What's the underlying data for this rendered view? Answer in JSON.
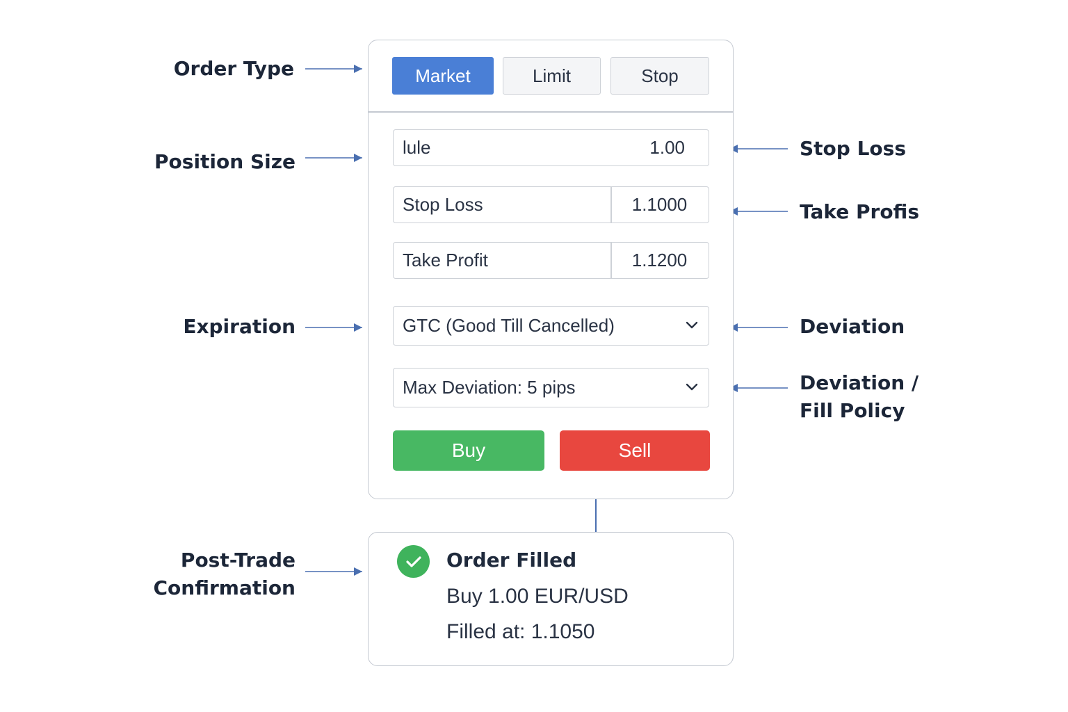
{
  "annotations": {
    "left": {
      "order_type": "Order Type",
      "position_size": "Position Size",
      "expiration": "Expiration",
      "post_trade_line1": "Post-Trade",
      "post_trade_line2": "Confirmation"
    },
    "right": {
      "stop_loss": "Stop Loss",
      "take_profit": "Take Profis",
      "deviation": "Deviation",
      "fill_policy_line1": "Deviation /",
      "fill_policy_line2": "Fill Policy"
    }
  },
  "order_types": {
    "market": "Market",
    "limit": "Limit",
    "stop": "Stop",
    "selected": "Market"
  },
  "fields": {
    "volume": {
      "label": "lule",
      "value": "1.00"
    },
    "stop_loss": {
      "label": "Stop Loss",
      "value": "1.1000"
    },
    "take_profit": {
      "label": "Take Profit",
      "value": "1.1200"
    }
  },
  "selects": {
    "expiration": "GTC (Good Till Cancelled)",
    "deviation": "Max Deviation: 5 pips"
  },
  "actions": {
    "buy": "Buy",
    "sell": "Sell"
  },
  "confirmation": {
    "title": "Order Filled",
    "detail": "Buy 1.00 EUR/USD",
    "filled_at": "Filled at: 1.1050"
  },
  "colors": {
    "accent": "#4a7fd6",
    "buy": "#48b863",
    "sell": "#e8473f",
    "success": "#3fb35c",
    "arrow": "#4a6fb0"
  }
}
